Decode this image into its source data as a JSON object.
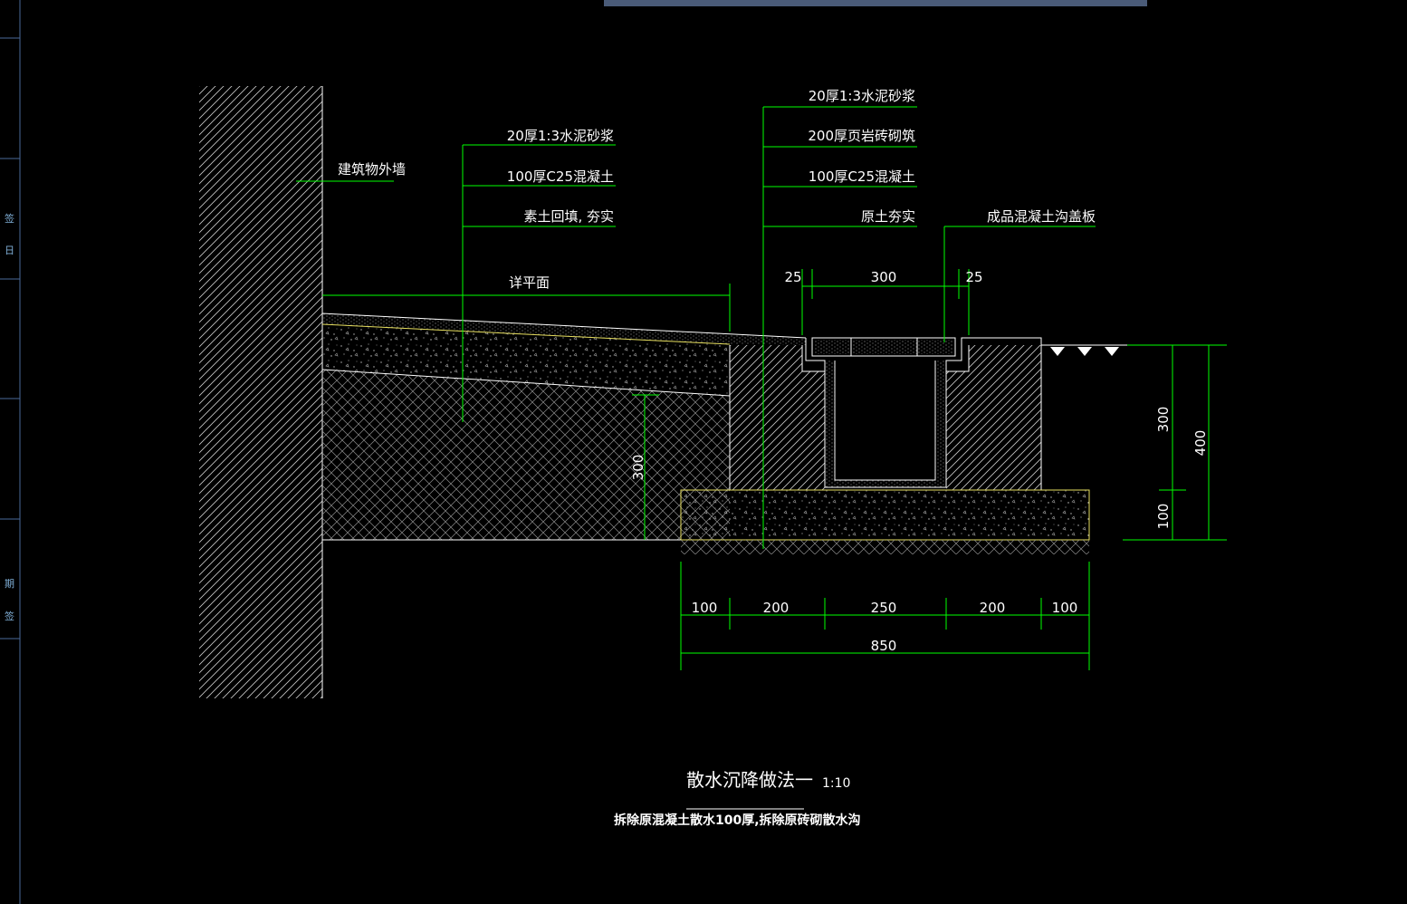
{
  "drawing": {
    "title": "散水沉降做法一",
    "scale": "1:10",
    "subtitle": "拆除原混凝土散水100厚,拆除原砖砌散水沟"
  },
  "labels": {
    "wall": "建筑物外墙",
    "left_layers": [
      "20厚1:3水泥砂浆",
      "100厚C25混凝土",
      "素土回填, 夯实"
    ],
    "right_layers": [
      "20厚1:3水泥砂浆",
      "200厚页岩砖砌筑",
      "100厚C25混凝土",
      "原土夯实"
    ],
    "cover": "成品混凝土沟盖板",
    "plan_ref": "详平面"
  },
  "dimensions": {
    "top": [
      "25",
      "300",
      "25"
    ],
    "bottom": [
      "100",
      "200",
      "250",
      "200",
      "100"
    ],
    "total": "850",
    "left_height": "300",
    "right_small": [
      "300",
      "100"
    ],
    "right_total": "400"
  },
  "side_marks": [
    "签",
    "日",
    "期",
    "签"
  ],
  "colors": {
    "background": "#000000",
    "leader": "#00ff00",
    "outline": "#ffffff",
    "edge": "#e8e060",
    "side_bar": "#4a5b78"
  }
}
